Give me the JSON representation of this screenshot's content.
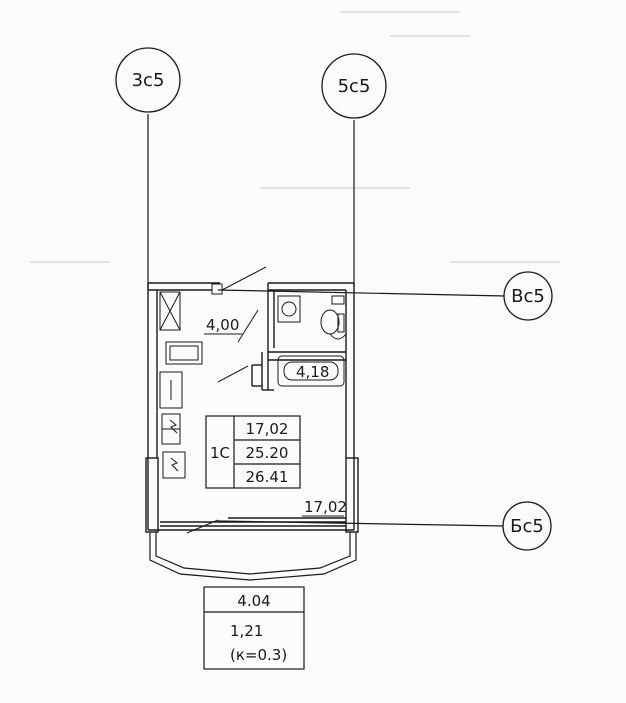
{
  "axes": {
    "left_top": "3с5",
    "right_top": "5с5",
    "right_upper": "Вс5",
    "right_lower": "Бс5"
  },
  "rooms": {
    "hall_area": "4,00",
    "bathroom_area": "4,18",
    "living_area": "17,02"
  },
  "apartment_table": {
    "type": "1С",
    "living": "17,02",
    "total": "25.20",
    "total_with_balcony": "26.41"
  },
  "balcony_table": {
    "area": "4.04",
    "reduced_area": "1,21",
    "coefficient": "(к=0.3)"
  },
  "colors": {
    "ink": "#1a1a1a",
    "paper": "#fbfbfa"
  }
}
